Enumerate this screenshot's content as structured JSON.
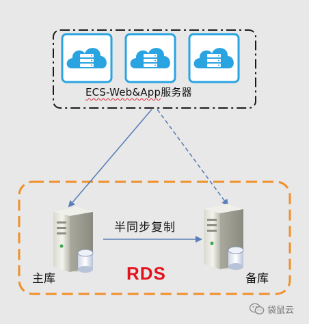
{
  "web_tier": {
    "label_prefix": "ECS-Web&App",
    "label_suffix": "服务器",
    "servers": [
      "cloud-server-icon",
      "cloud-server-icon",
      "cloud-server-icon"
    ]
  },
  "rds": {
    "title": "RDS",
    "primary_label": "主库",
    "standby_label": "备库",
    "replication_label": "半同步复制"
  },
  "watermark": {
    "text": "袋鼠云",
    "icon": "wechat-icon"
  },
  "colors": {
    "background": "#e8e8e8",
    "orange_dash": "#f0902a",
    "arrow_blue": "#5a7fb8",
    "cloud_blue": "#2aa4e0",
    "rds_red": "#e4121d"
  }
}
